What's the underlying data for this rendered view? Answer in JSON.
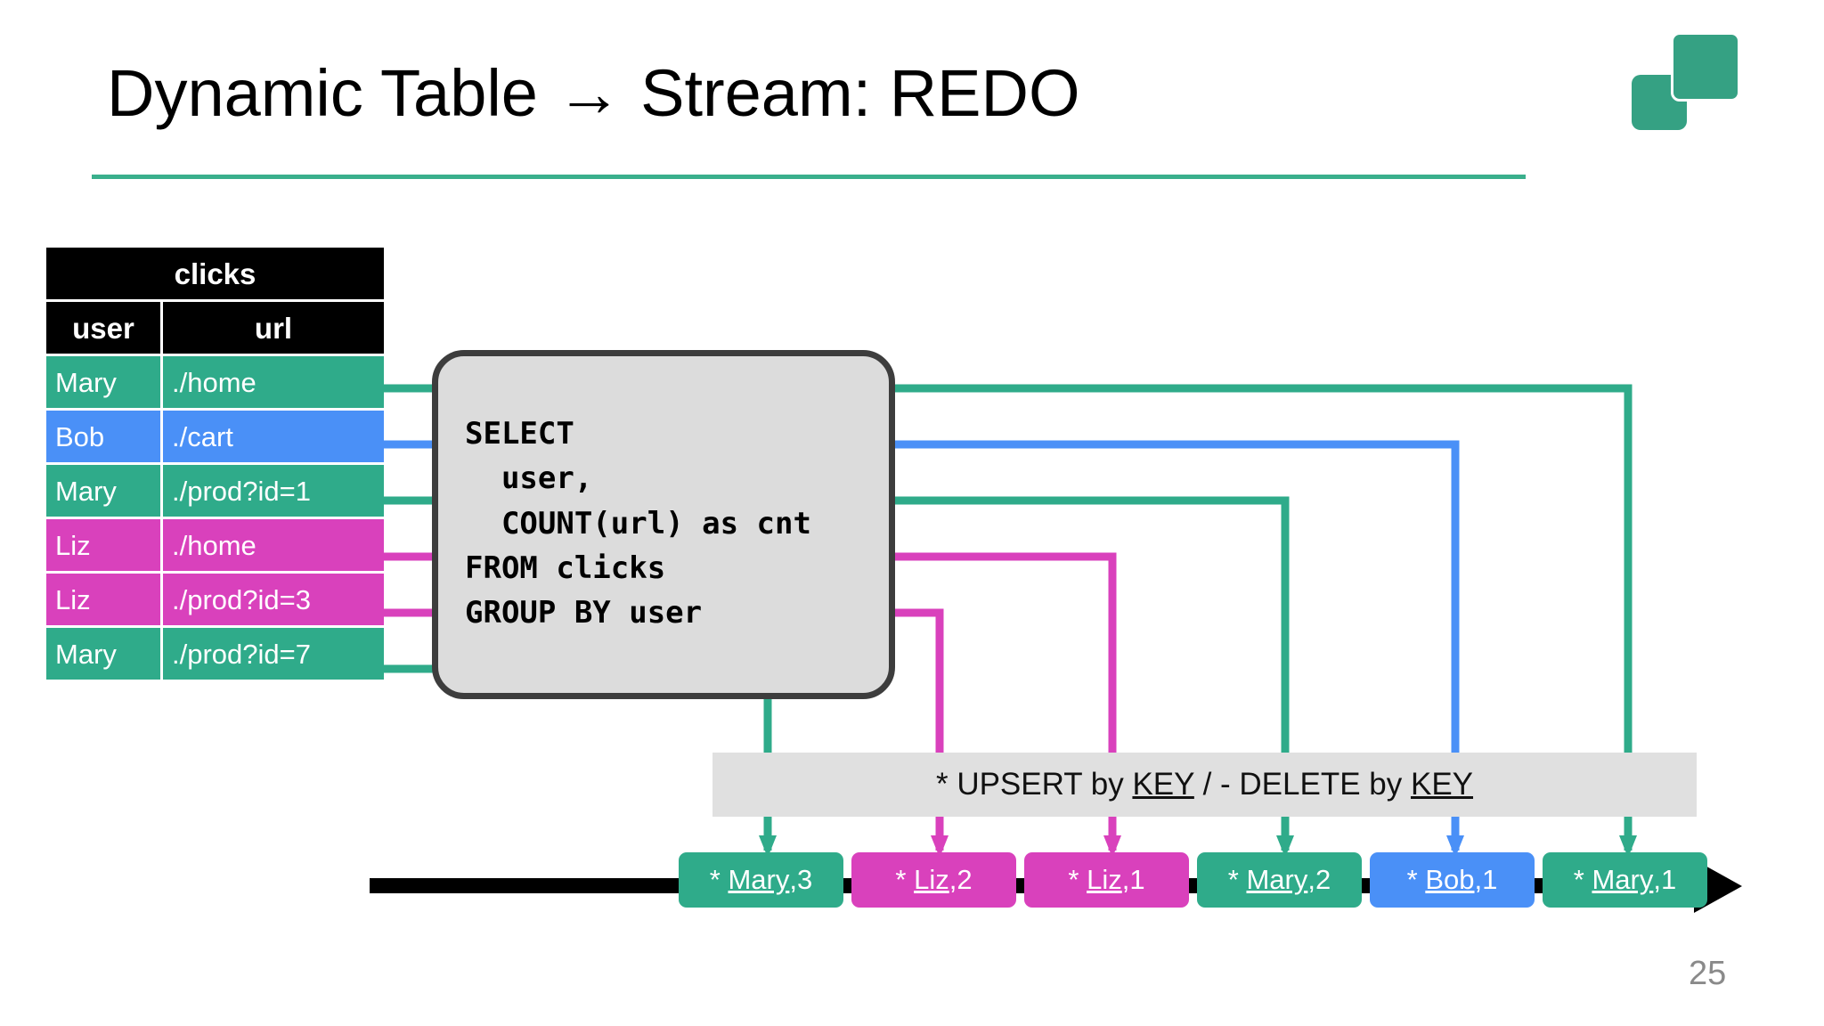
{
  "slide": {
    "title": "Dynamic Table → Stream: REDO",
    "page_number": "25",
    "accent_color": "#3aaf8c",
    "logo_name": "flink-logo"
  },
  "table": {
    "name": "clicks",
    "columns": [
      "user",
      "url"
    ],
    "rows": [
      {
        "user": "Mary",
        "url": "./home",
        "color": "#2fab8a",
        "color_name": "green"
      },
      {
        "user": "Bob",
        "url": "./cart",
        "color": "#4a90f7",
        "color_name": "blue"
      },
      {
        "user": "Mary",
        "url": "./prod?id=1",
        "color": "#2fab8a",
        "color_name": "green"
      },
      {
        "user": "Liz",
        "url": "./home",
        "color": "#d941bc",
        "color_name": "magenta"
      },
      {
        "user": "Liz",
        "url": "./prod?id=3",
        "color": "#d941bc",
        "color_name": "magenta"
      },
      {
        "user": "Mary",
        "url": "./prod?id=7",
        "color": "#2fab8a",
        "color_name": "green"
      }
    ]
  },
  "query": {
    "sql": "SELECT\n  user,\n  COUNT(url) as cnt\nFROM clicks\nGROUP BY user"
  },
  "banner": {
    "prefix": "* UPSERT by ",
    "key1": "KEY",
    "middle": " / - DELETE by ",
    "key2": "KEY"
  },
  "stream": {
    "events": [
      {
        "op": "*",
        "key": "Mary",
        "value": "3",
        "color": "#2fab8a",
        "color_name": "green"
      },
      {
        "op": "*",
        "key": "Liz",
        "value": "2",
        "color": "#d941bc",
        "color_name": "magenta"
      },
      {
        "op": "*",
        "key": "Liz",
        "value": "1",
        "color": "#d941bc",
        "color_name": "magenta"
      },
      {
        "op": "*",
        "key": "Mary",
        "value": "2",
        "color": "#2fab8a",
        "color_name": "green"
      },
      {
        "op": "*",
        "key": "Bob",
        "value": "1",
        "color": "#4a90f7",
        "color_name": "blue"
      },
      {
        "op": "*",
        "key": "Mary",
        "value": "1",
        "color": "#2fab8a",
        "color_name": "green"
      }
    ]
  }
}
